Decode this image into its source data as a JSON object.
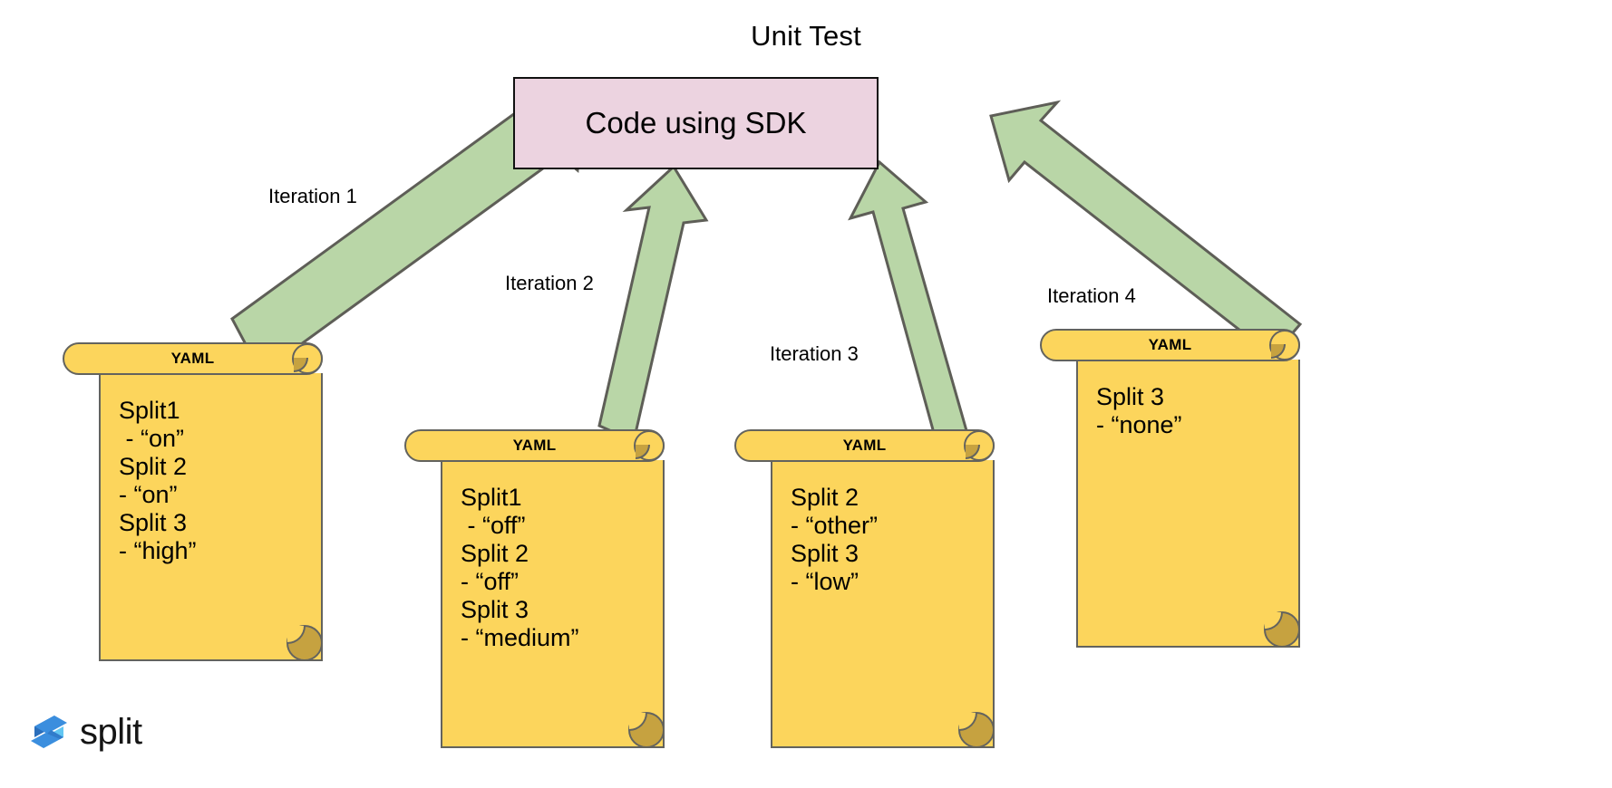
{
  "title": "Unit Test",
  "center_node": {
    "label": "Code using SDK",
    "fill": "#ecd3e0",
    "stroke": "#111111"
  },
  "arrow_style": {
    "fill": "#b9d6a7",
    "stroke": "#5e5e57"
  },
  "arrows": [
    {
      "label": "Iteration 1"
    },
    {
      "label": "Iteration 2"
    },
    {
      "label": "Iteration 3"
    },
    {
      "label": "Iteration 4"
    }
  ],
  "scrolls": [
    {
      "header": "YAML",
      "lines": "Split1\n - “on”\nSplit 2\n- “on”\nSplit 3\n- “high”"
    },
    {
      "header": "YAML",
      "lines": "Split1\n - “off”\nSplit 2\n- “off”\nSplit 3\n- “medium”"
    },
    {
      "header": "YAML",
      "lines": "Split 2\n- “other”\nSplit 3\n- “low”"
    },
    {
      "header": "YAML",
      "lines": "Split 3\n- “none”"
    }
  ],
  "brand": {
    "name": "split",
    "mark": "split-chevron-logo-icon",
    "color_dark": "#2a6ebb",
    "color_mid": "#3b8ede",
    "color_light": "#62c6f2"
  }
}
